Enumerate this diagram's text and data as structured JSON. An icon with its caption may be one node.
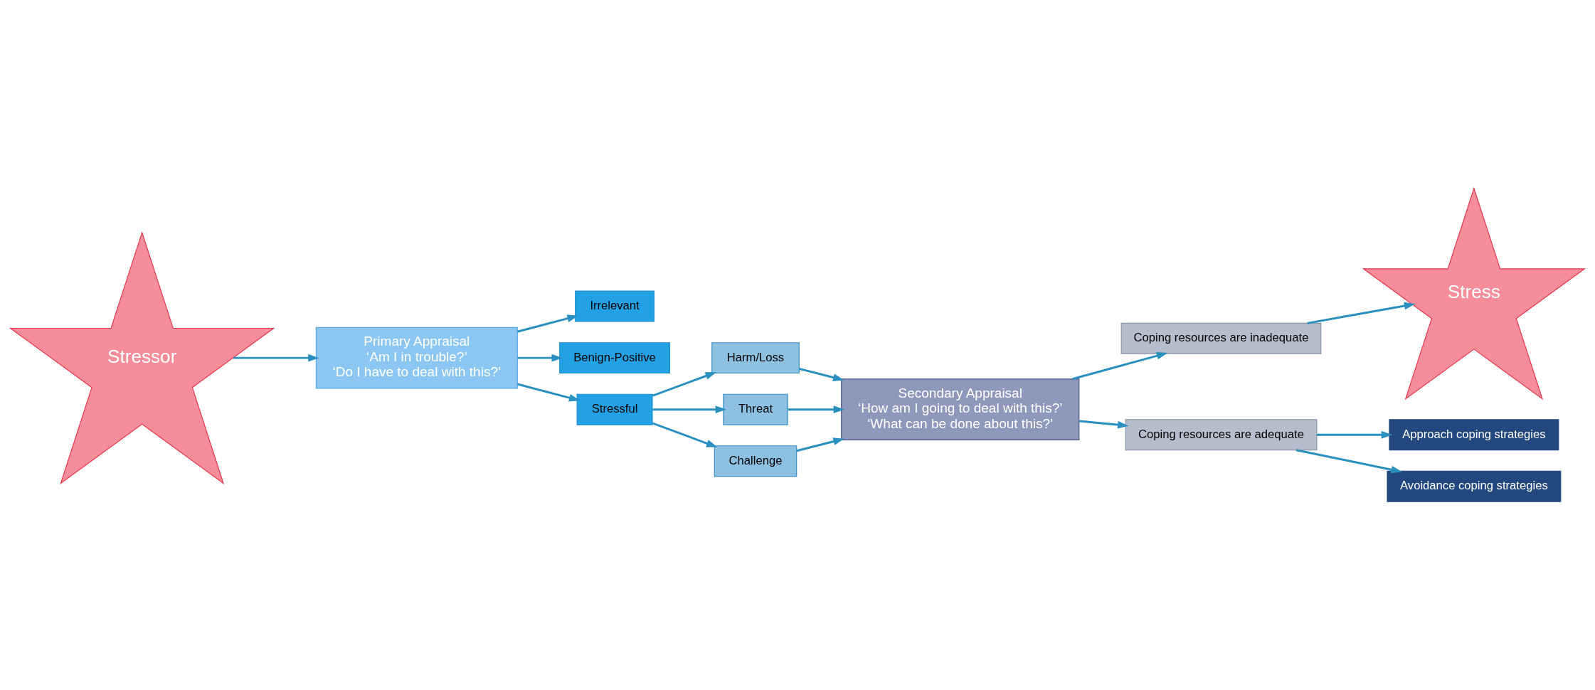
{
  "diagram": {
    "nodes": [
      {
        "text": [
          "Stressor"
        ]
      },
      {
        "text": [
          "Primary Appraisal",
          "‘Am I in trouble?’",
          "‘Do I have to deal with this?’"
        ]
      },
      {
        "text": [
          "Irrelevant"
        ]
      },
      {
        "text": [
          "Benign-Positive"
        ]
      },
      {
        "text": [
          "Stressful"
        ]
      },
      {
        "text": [
          "Harm/Loss"
        ]
      },
      {
        "text": [
          "Threat"
        ]
      },
      {
        "text": [
          "Challenge"
        ]
      },
      {
        "text": [
          "Secondary Appraisal",
          "‘How am I going to deal with this?’",
          "‘What can be done about this?’"
        ]
      },
      {
        "text": [
          "Stress"
        ]
      },
      {
        "text": [
          "Coping resources are inadequate"
        ]
      },
      {
        "text": [
          "Approach coping strategies"
        ]
      },
      {
        "text": [
          "Coping resources are adequate"
        ]
      },
      {
        "text": [
          "Avoidance coping strategies"
        ]
      }
    ],
    "edges": [
      {
        "from": 0,
        "to": 1,
        "arrow": "to"
      },
      {
        "from": 1,
        "to": 2,
        "arrow": "to"
      },
      {
        "from": 1,
        "to": 3,
        "arrow": "to"
      },
      {
        "from": 1,
        "to": 4,
        "arrow": "to"
      },
      {
        "from": 4,
        "to": 5,
        "arrow": "to"
      },
      {
        "from": 4,
        "to": 6,
        "arrow": "to"
      },
      {
        "from": 4,
        "to": 7,
        "arrow": "to"
      },
      {
        "from": 5,
        "to": 8,
        "arrow": "to"
      },
      {
        "from": 6,
        "to": 8,
        "arrow": "to"
      },
      {
        "from": 7,
        "to": 8,
        "arrow": "to"
      },
      {
        "from": 8,
        "to": 10,
        "arrow": "to"
      },
      {
        "from": 10,
        "to": 9,
        "arrow": "to"
      },
      {
        "from": 8,
        "to": 12,
        "arrow": "to"
      },
      {
        "from": 12,
        "to": 11,
        "arrow": "to"
      },
      {
        "from": 12,
        "to": 13,
        "arrow": "to"
      }
    ]
  }
}
